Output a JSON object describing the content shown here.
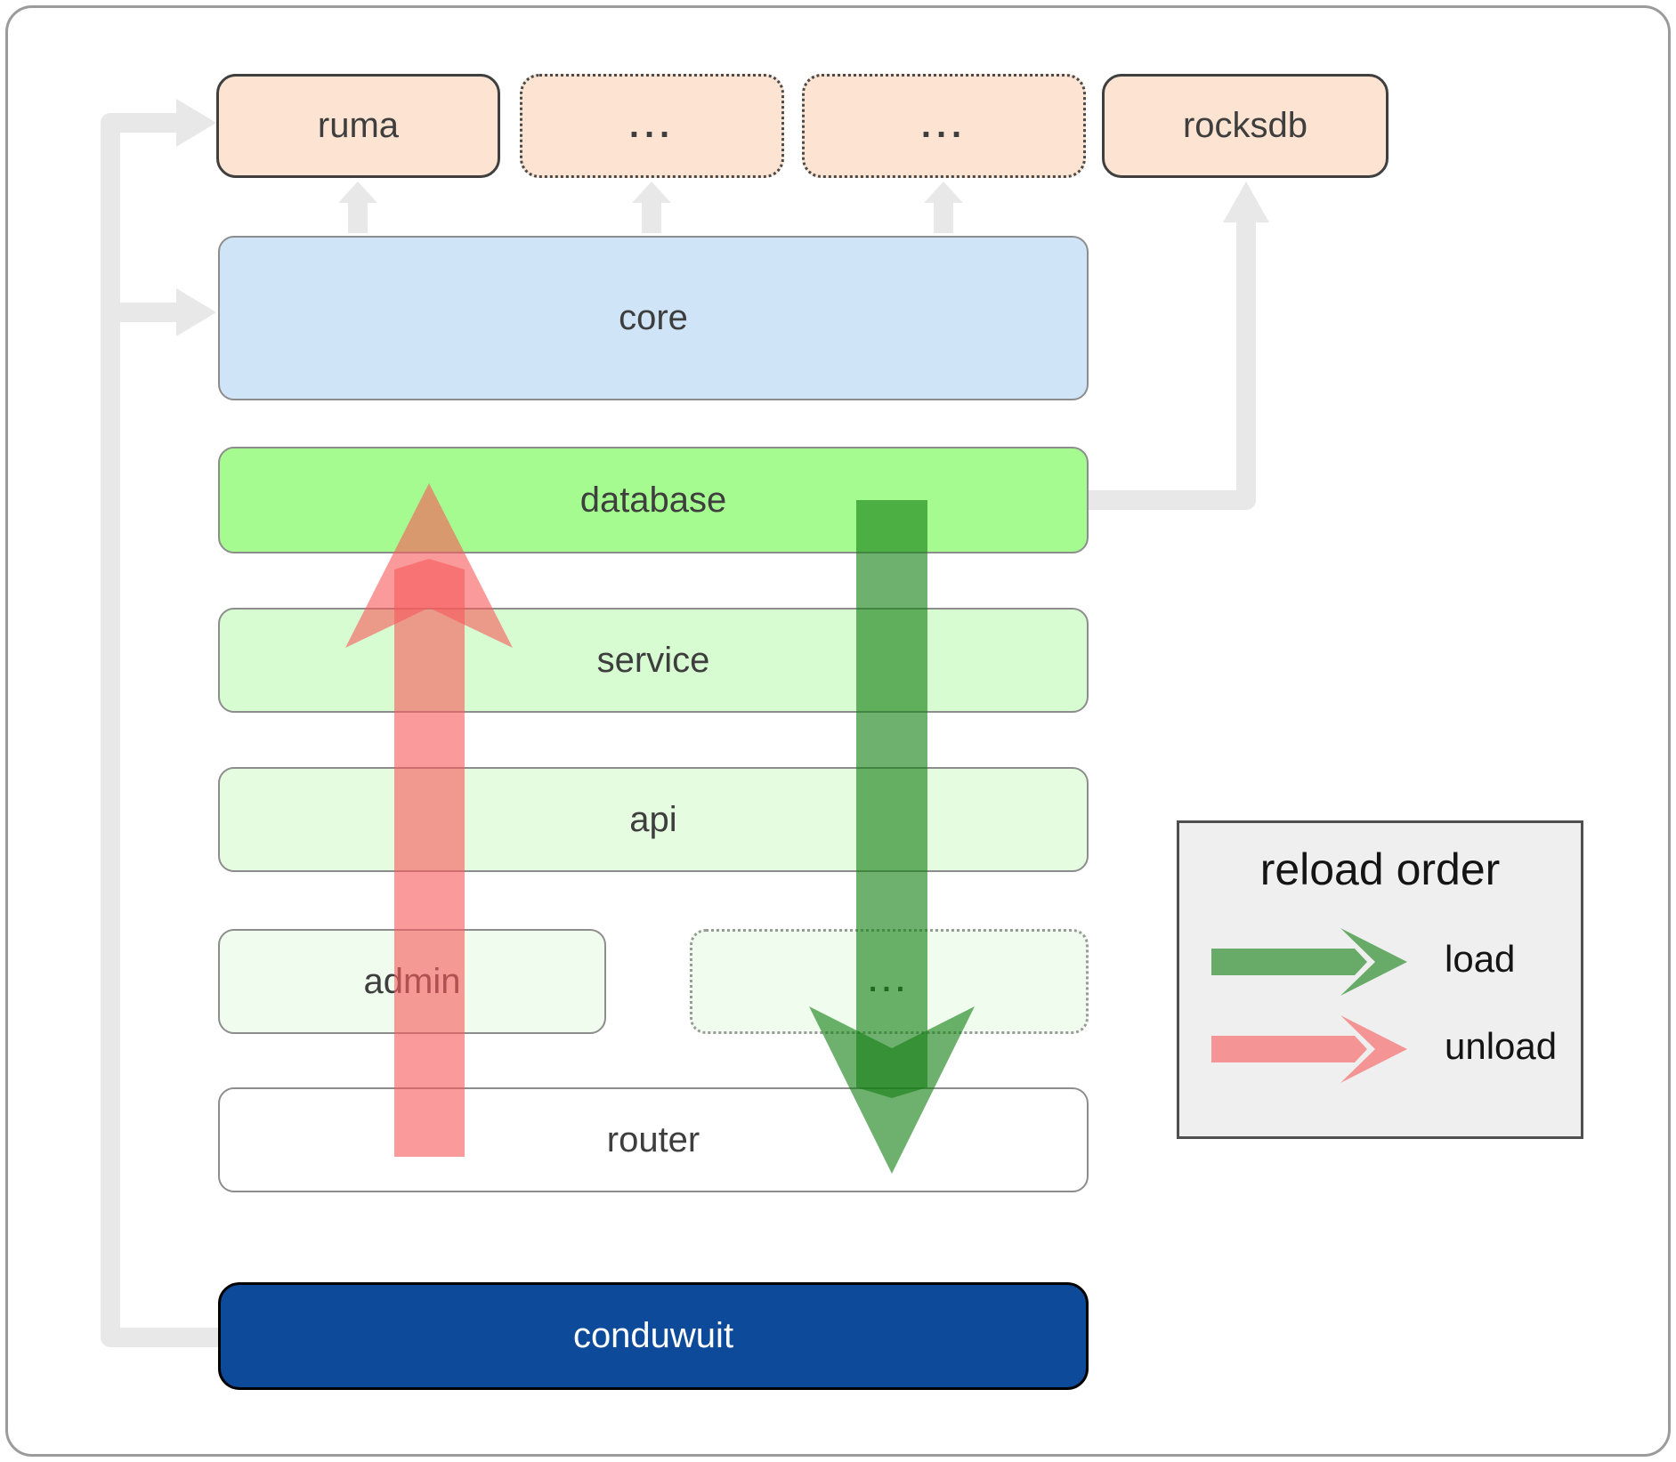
{
  "diagram": {
    "top_row": [
      {
        "label": "ruma"
      },
      {
        "label": "..."
      },
      {
        "label": "..."
      },
      {
        "label": "rocksdb"
      }
    ],
    "layers": [
      {
        "label": "core"
      },
      {
        "label": "database"
      },
      {
        "label": "service"
      },
      {
        "label": "api"
      }
    ],
    "admin_row": [
      {
        "label": "admin"
      },
      {
        "label": "..."
      }
    ],
    "router": {
      "label": "router"
    },
    "app": {
      "label": "conduwuit"
    }
  },
  "legend": {
    "title": "reload order",
    "items": [
      {
        "label": "load"
      },
      {
        "label": "unload"
      }
    ]
  },
  "colors": {
    "load_green": "#157f15",
    "unload_red": "#f75c5c",
    "connector_gray": "#e8e8e8",
    "peach": "#fce3d2",
    "core_blue": "#cfe4f7",
    "database_green": "#a5fb8f",
    "service_green": "#d8fcd2",
    "api_green": "#e6fce1",
    "admin_green": "#f0fdee",
    "conduwuit_blue": "#0d4a99",
    "legend_bg": "#efefef"
  }
}
